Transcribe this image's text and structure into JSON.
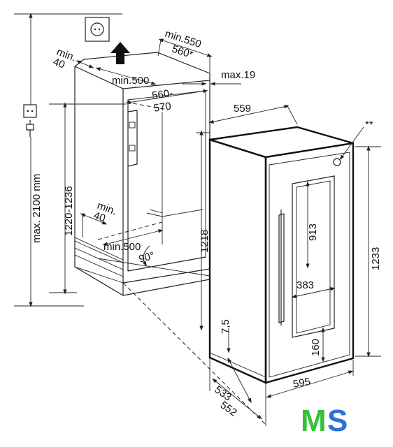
{
  "dimensions": {
    "outlet_height": "max. 2100 mm",
    "niche_height": "1220-1236",
    "top_min_40": "min.\n40",
    "top_min_500": "min.500",
    "top_min_550": "min.550",
    "top_560_star": "560*",
    "max_19": "max.19",
    "niche_width": "560-\n570",
    "inner_height": "1218",
    "bottom_min_40": "min.\n40",
    "bottom_min_500": "min.500",
    "angle": "90°",
    "appliance_width_top": "559",
    "double_star": "**",
    "door_height": "913",
    "door_width": "383",
    "appliance_height": "1233",
    "offset_7_5": "7,5",
    "handle_offset": "160",
    "depth_533": "533",
    "depth_552": "552",
    "width_595": "595"
  },
  "logo": {
    "text": "MS",
    "colors": {
      "m": "#35c236",
      "s": "#2f6fd8"
    }
  }
}
